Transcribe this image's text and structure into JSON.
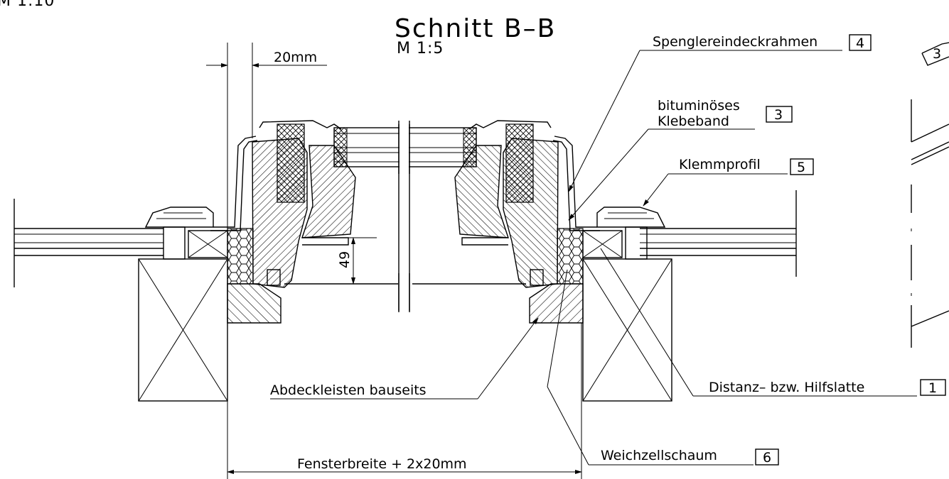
{
  "drawing": {
    "corner_scale_text": "M 1:10",
    "title": "Schnitt B–B",
    "scale": "M 1:5",
    "dimensions": {
      "offset": "20mm",
      "height": "49",
      "width": "Fensterbreite + 2x20mm"
    },
    "labels": {
      "spenglereindeckrahmen": {
        "text": "Spenglereindeckrahmen",
        "num": "4"
      },
      "bitumen_line1": "bituminöses",
      "bitumen_line2": {
        "text": "Klebeband",
        "num": "3"
      },
      "klemmprofil": {
        "text": "Klemmprofil",
        "num": "5"
      },
      "abdeckleisten": "Abdeckleisten bauseits",
      "distanz": {
        "text": "Distanz– bzw. Hilfslatte",
        "num": "1"
      },
      "weichzellschaum": {
        "text": "Weichzellschaum",
        "num": "6"
      }
    },
    "right_detail_tag": "3"
  }
}
